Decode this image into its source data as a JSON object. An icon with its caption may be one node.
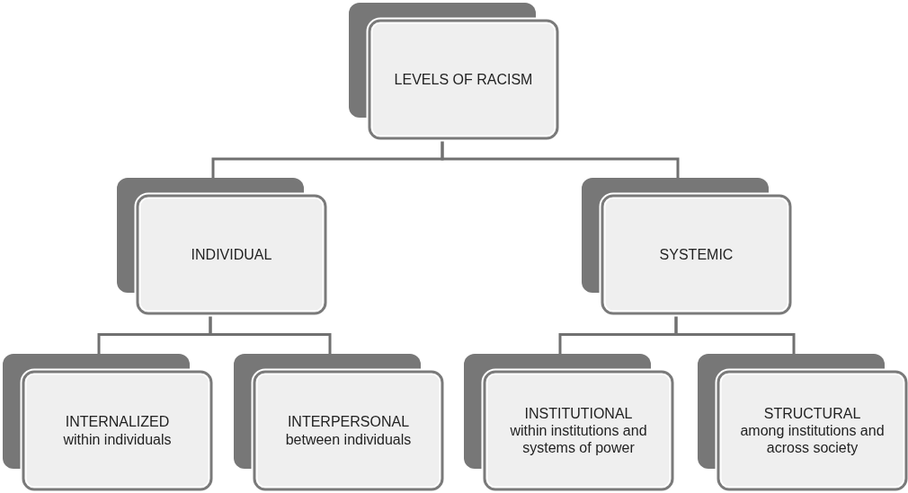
{
  "diagram": {
    "nodes": [
      {
        "text": [
          "LEVELS OF RACISM"
        ]
      },
      {
        "text": [
          "INDIVIDUAL"
        ]
      },
      {
        "text": [
          "SYSTEMIC"
        ]
      },
      {
        "text": [
          "INTERNALIZED",
          "within individuals"
        ]
      },
      {
        "text": [
          "INTERPERSONAL",
          "between individuals"
        ]
      },
      {
        "text": [
          "INSTITUTIONAL",
          "within institutions and systems of power"
        ]
      },
      {
        "text": [
          "STRUCTURAL",
          "among institutions and across society"
        ]
      }
    ],
    "edges": [
      {
        "from": 0,
        "to": 1,
        "arrow": "none"
      },
      {
        "from": 0,
        "to": 2,
        "arrow": "none"
      },
      {
        "from": 1,
        "to": 3,
        "arrow": "none"
      },
      {
        "from": 1,
        "to": 4,
        "arrow": "none"
      },
      {
        "from": 2,
        "to": 5,
        "arrow": "none"
      },
      {
        "from": 2,
        "to": 6,
        "arrow": "none"
      }
    ]
  }
}
